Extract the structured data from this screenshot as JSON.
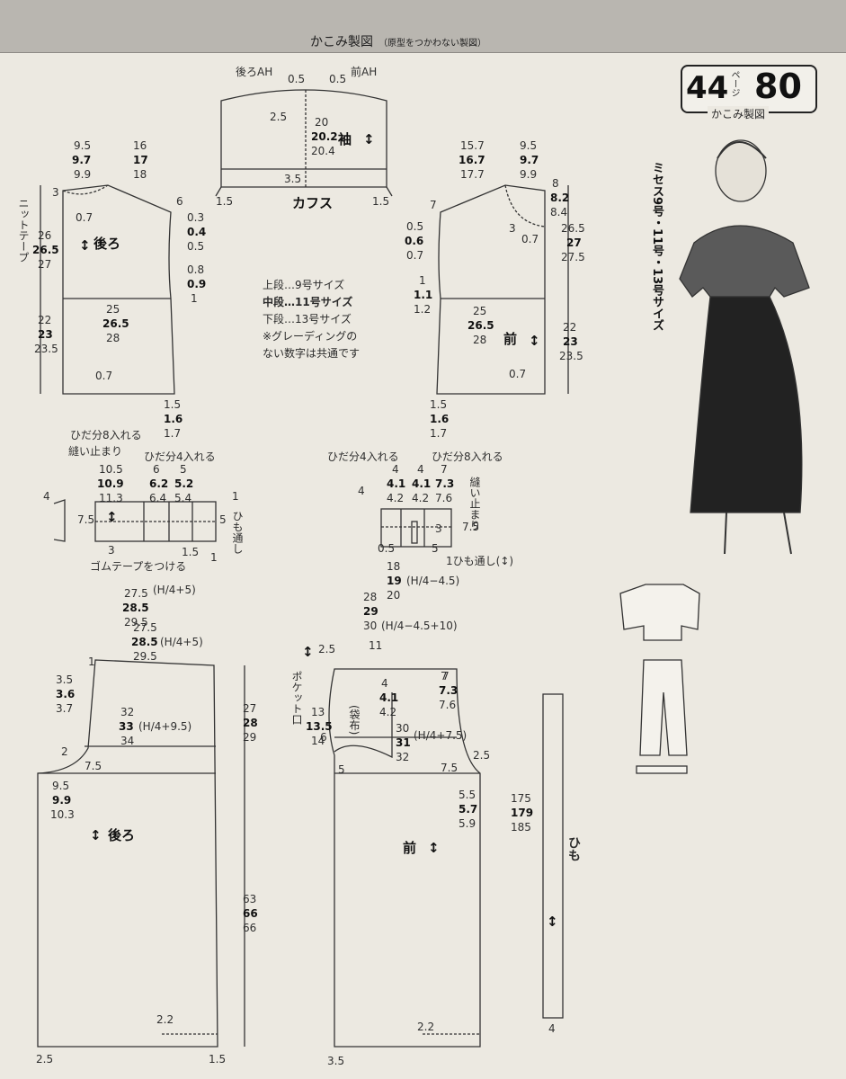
{
  "header": {
    "title": "かこみ製図",
    "subtitle": "（原型をつかわない製図）"
  },
  "badge": {
    "page_from": "44",
    "page_word": "ページ",
    "page_to": "80",
    "label": "かこみ製図"
  },
  "sizes_vertical": "ミセス9号・11号・13号サイズ",
  "notes": [
    "上段…9号サイズ",
    "中段…11号サイズ",
    "下段…13号サイズ",
    "※グレーディングの",
    "ない数字は共通です"
  ],
  "sleeve": {
    "back_ah": "後ろAH",
    "front_ah": "前AH",
    "label": "袖",
    "cuff_label": "カフス",
    "n05a": "0.5",
    "n05b": "0.5",
    "n25": "2.5",
    "n20": "20",
    "n202": "20.2",
    "n204": "20.4",
    "n35": "3.5",
    "n15a": "1.5",
    "n15b": "1.5"
  },
  "back_bodice": {
    "label": "後ろ",
    "knit_tape": "ニットテープ",
    "w1": [
      "9.5",
      "9.7",
      "9.9"
    ],
    "w2": [
      "16",
      "17",
      "18"
    ],
    "n3": "3",
    "n07a": "0.7",
    "n6": "6",
    "h1": [
      "26",
      "26.5",
      "27"
    ],
    "s1": [
      "0.3",
      "0.4",
      "0.5"
    ],
    "s2": [
      "0.8",
      "0.9",
      "1"
    ],
    "w3": [
      "25",
      "26.5",
      "28"
    ],
    "h2": [
      "22",
      "23",
      "23.5"
    ],
    "n07b": "0.7",
    "hem": [
      "1.5",
      "1.6",
      "1.7"
    ]
  },
  "front_bodice": {
    "label": "前",
    "w1": [
      "15.7",
      "16.7",
      "17.7"
    ],
    "w2": [
      "9.5",
      "9.7",
      "9.9"
    ],
    "top": [
      "8",
      "8.2",
      "8.4"
    ],
    "n7": "7",
    "n3": "3",
    "n07a": "0.7",
    "f1": [
      "0.5",
      "0.6",
      "0.7"
    ],
    "h1": [
      "26.5",
      "27",
      "27.5"
    ],
    "f2": [
      "1",
      "1.1",
      "1.2"
    ],
    "w3": [
      "25",
      "26.5",
      "28"
    ],
    "h2": [
      "22",
      "23",
      "23.5"
    ],
    "n07b": "0.7",
    "hem": [
      "1.5",
      "1.6",
      "1.7"
    ]
  },
  "back_waist": {
    "pleat8": "ひだ分8入れる",
    "stitch_stop": "縫い止まり",
    "pleat4": "ひだ分4入れる",
    "w1": [
      "10.5",
      "10.9",
      "11.3"
    ],
    "w2": [
      "6",
      "6.2",
      "6.4"
    ],
    "w3": [
      "5",
      "5.2",
      "5.4"
    ],
    "n4": "4",
    "n75": "7.5",
    "n5": "5",
    "n3": "3",
    "n15": "1.5",
    "n1": "1",
    "cord_pass": "ひも通し",
    "n1b": "1",
    "elastic": "ゴムテープをつける"
  },
  "front_waist": {
    "pleat4": "ひだ分4入れる",
    "pleat8": "ひだ分8入れる",
    "stitch_stop": "縫い止まり",
    "n4": "4",
    "w1": [
      "4",
      "4.1",
      "4.2"
    ],
    "w2": [
      "4",
      "4.1",
      "4.2"
    ],
    "w3": [
      "7",
      "7.3",
      "7.6"
    ],
    "n3": "3",
    "n75": "7.5",
    "n05": "0.5",
    "n5": "5",
    "cord_pass": "1ひも通し(↕)",
    "d": [
      "18",
      "19",
      "20"
    ],
    "formula": "(H/4−4.5)"
  },
  "back_pants": {
    "label": "後ろ",
    "top": [
      "27.5",
      "28.5",
      "29.5"
    ],
    "top_formula": "(H/4+5)",
    "top2": [
      "27.5",
      "28.5",
      "29.5"
    ],
    "top2_formula": "(H/4+5)",
    "rise": [
      "3.5",
      "3.6",
      "3.7"
    ],
    "hip": [
      "32",
      "33",
      "34"
    ],
    "hip_formula": "(H/4+9.5)",
    "n1": "1",
    "n2": "2",
    "n75": "7.5",
    "crotch": [
      "9.5",
      "9.9",
      "10.3"
    ],
    "len1": [
      "27",
      "28",
      "29"
    ],
    "len2": [
      "63",
      "66",
      "66"
    ],
    "n22": "2.2",
    "n25": "2.5",
    "n15": "1.5"
  },
  "front_pants": {
    "label": "前",
    "top": [
      "28",
      "29",
      "30"
    ],
    "top_formula": "(H/4−4.5+10)",
    "n25": "2.5",
    "n11": "11",
    "n7": "7",
    "pocket": "ポケット口",
    "bag": "(袋布)",
    "p": [
      "13",
      "13.5",
      "14"
    ],
    "w": [
      "4",
      "4.1",
      "4.2"
    ],
    "w2": [
      "7",
      "7.3",
      "7.6"
    ],
    "hip": [
      "30",
      "31",
      "32"
    ],
    "hip_formula": "(H/4+7.5)",
    "n6": "6",
    "n5": "5",
    "n75": "7.5",
    "n25b": "2.5",
    "side": [
      "5.5",
      "5.7",
      "5.9"
    ],
    "n22": "2.2",
    "n35": "3.5"
  },
  "tie": {
    "label": "ひも",
    "len": [
      "175",
      "179",
      "185"
    ],
    "n4": "4"
  }
}
